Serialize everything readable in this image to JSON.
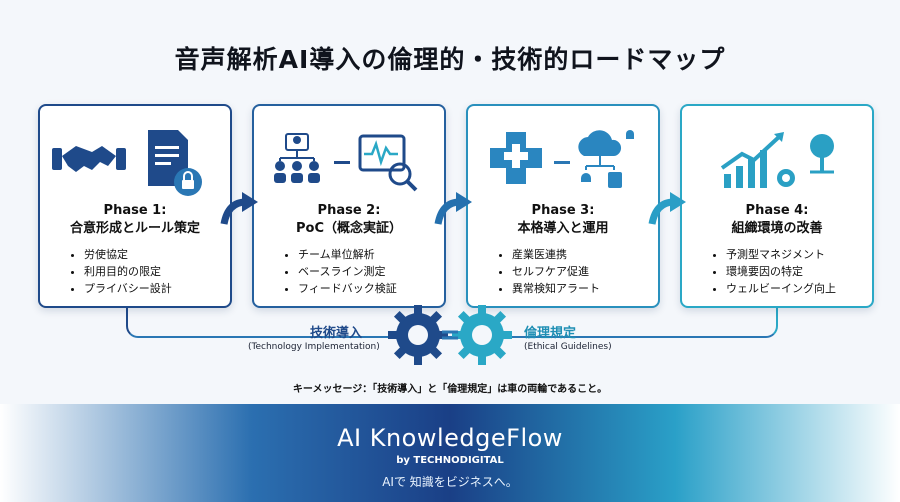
{
  "title": "音声解析AI導入の倫理的・技術的ロードマップ",
  "phases": [
    {
      "title": "Phase 1:",
      "subtitle": "合意形成とルール策定",
      "items": [
        "労使協定",
        "利用目的の限定",
        "プライバシー設計"
      ],
      "icons": [
        "handshake-icon",
        "document-lock-icon"
      ]
    },
    {
      "title": "Phase 2:",
      "subtitle": "PoC（概念実証）",
      "items": [
        "チーム単位解析",
        "ベースライン測定",
        "フィードバック検証"
      ],
      "icons": [
        "team-icon",
        "waveform-magnifier-icon"
      ]
    },
    {
      "title": "Phase 3:",
      "subtitle": "本格導入と運用",
      "items": [
        "産業医連携",
        "セルフケア促進",
        "異常検知アラート"
      ],
      "icons": [
        "medical-cross-icon",
        "cloud-alert-icon"
      ]
    },
    {
      "title": "Phase 4:",
      "subtitle": "組織環境の改善",
      "items": [
        "予測型マネジメント",
        "環境要因の特定",
        "ウェルビーイング向上"
      ],
      "icons": [
        "growth-chart-gear-icon",
        "tree-icon"
      ]
    }
  ],
  "pillars": {
    "tech_label": "技術導入",
    "tech_en": "(Technology Implementation)",
    "ethics_label": "倫理規定",
    "ethics_en": "(Ethical Guidelines)"
  },
  "key_message": "キーメッセージ：「技術導入」と「倫理規定」は車の両輪であること。",
  "footer": {
    "brand": "AI KnowledgeFlow",
    "by": "by TECHNODIGITAL",
    "tagline": "AIで 知識をビジネスへ。"
  },
  "colors": {
    "navy": "#1f4a8a",
    "teal": "#2aa8c6",
    "mid": "#2a77b4"
  }
}
